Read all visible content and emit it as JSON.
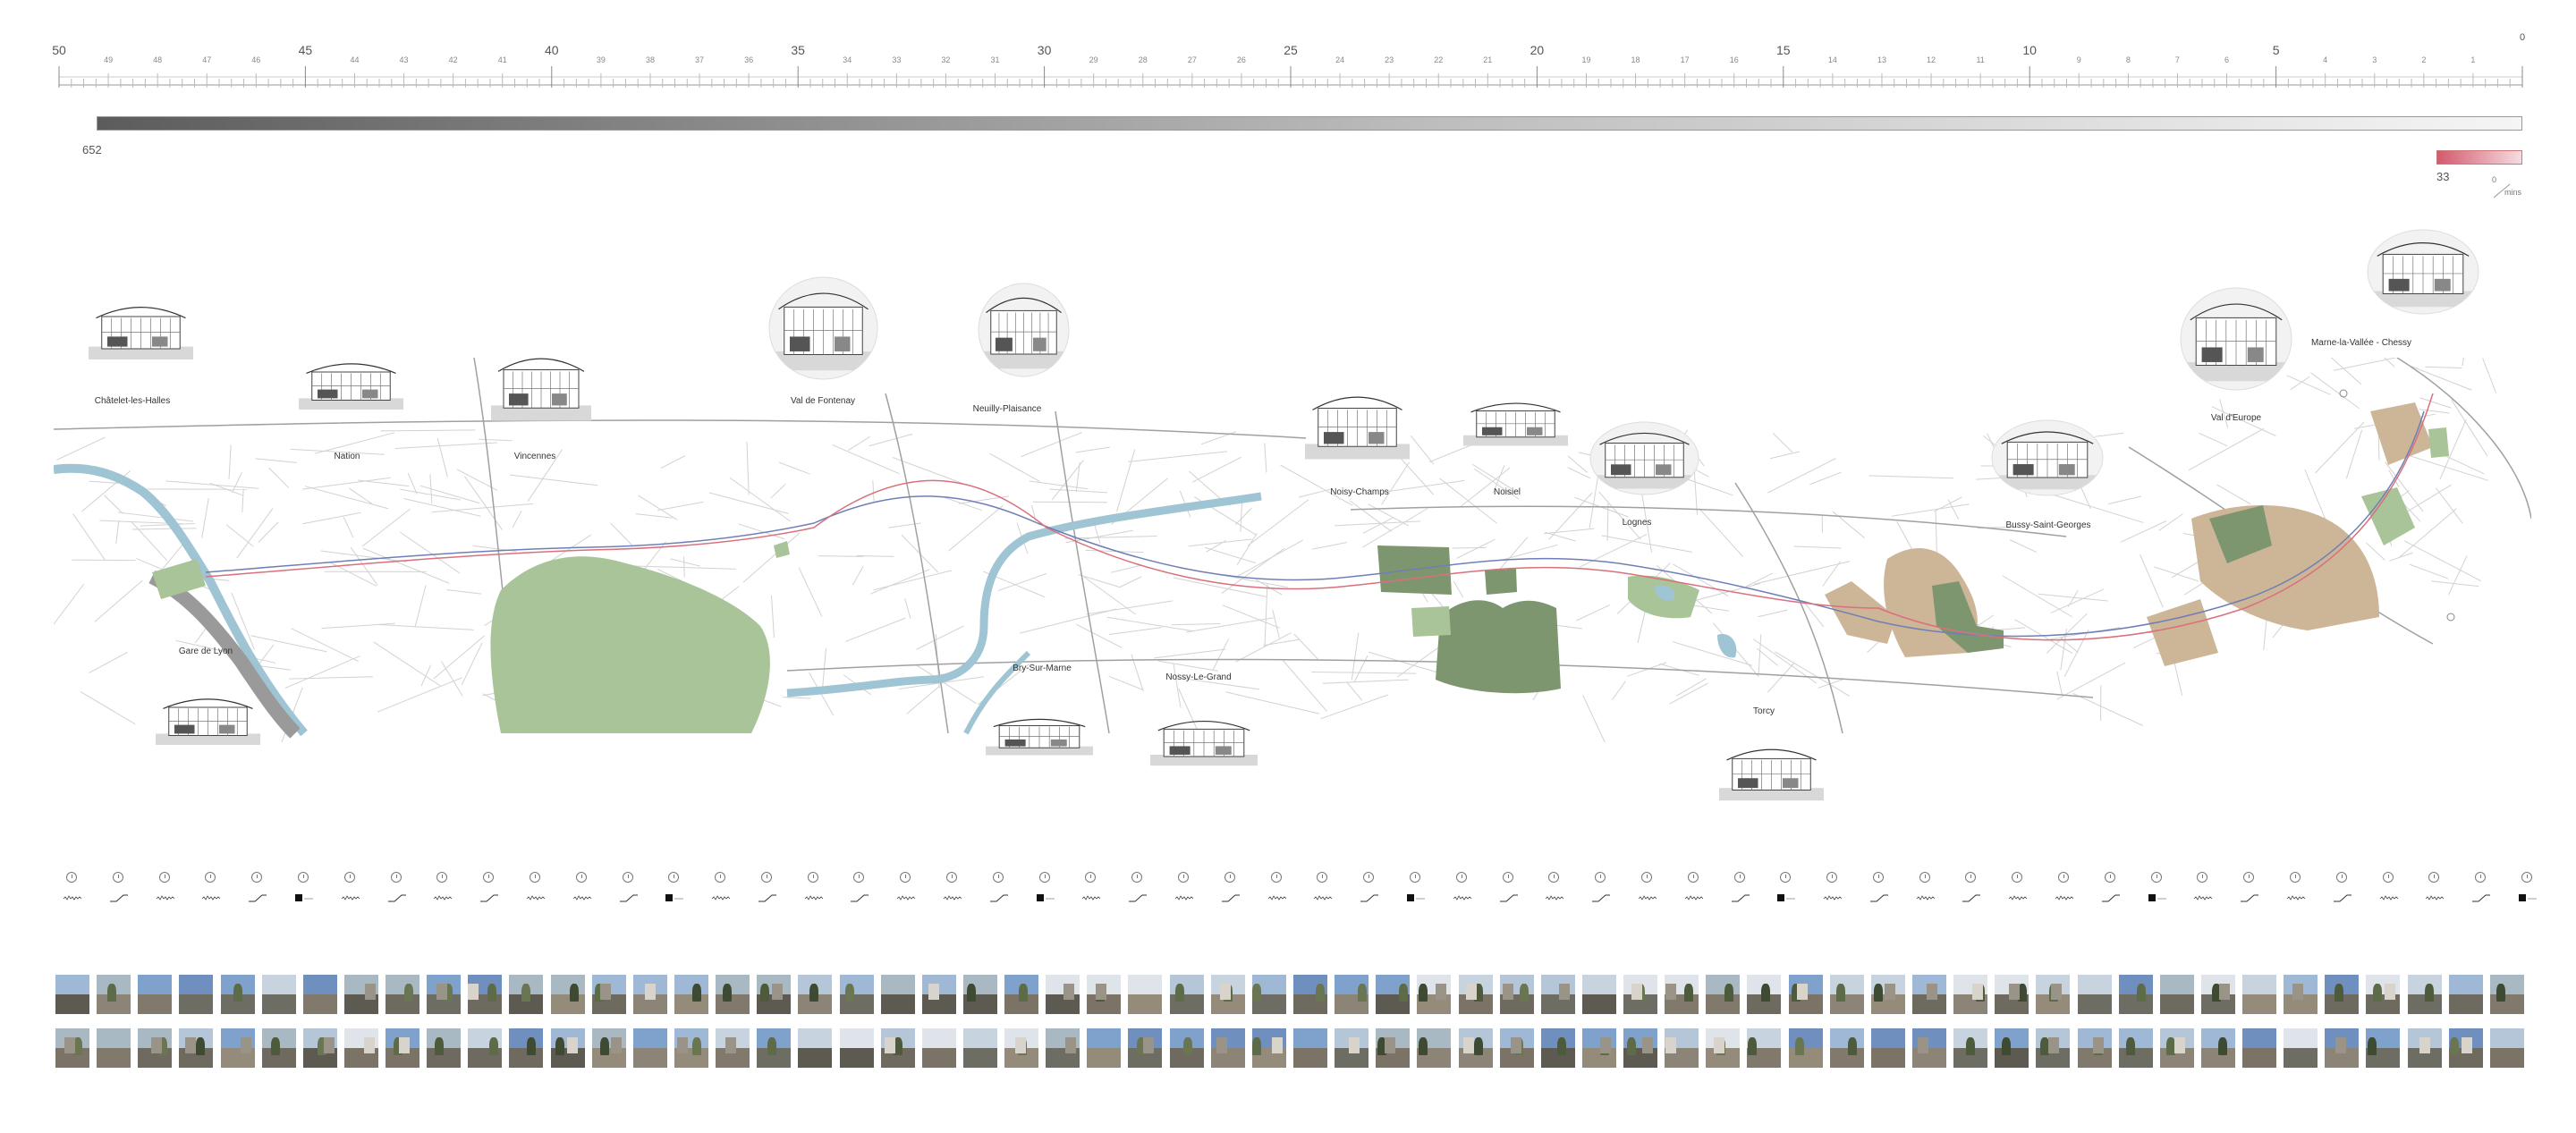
{
  "scale": {
    "start": 50,
    "end": 0,
    "major_labels": [
      "50",
      "45",
      "40",
      "35",
      "30",
      "25",
      "20",
      "15",
      "10",
      "5",
      "0"
    ],
    "minor_labels": [
      "49",
      "48",
      "47",
      "46",
      "44",
      "43",
      "42",
      "41",
      "39",
      "38",
      "37",
      "36",
      "34",
      "33",
      "32",
      "31",
      "29",
      "28",
      "27",
      "26",
      "24",
      "23",
      "22",
      "21",
      "19",
      "18",
      "17",
      "16",
      "14",
      "13",
      "12",
      "11",
      "9",
      "8",
      "7",
      "6",
      "4",
      "3",
      "2",
      "1"
    ]
  },
  "gradient_bar": {
    "value": "652",
    "color_start": "#5c5c5c",
    "color_end": "#f5f5f5"
  },
  "time_bar": {
    "value": "33",
    "zero": "0",
    "unit": "mins",
    "color_start": "#d25a6c",
    "color_end": "#f6dce1"
  },
  "colors": {
    "river": "#9fc4d4",
    "park_light": "#a8c498",
    "park_dark": "#7d9670",
    "urban_tan": "#cdb597",
    "route_red": "#d9707c",
    "route_blue": "#6f7fb5",
    "street": "#cfcfcf",
    "rail": "#9a9a9a"
  },
  "stations": [
    {
      "name": "Châtelet-les-Halles"
    },
    {
      "name": "Nation"
    },
    {
      "name": "Vincennes"
    },
    {
      "name": "Val de Fontenay"
    },
    {
      "name": "Neuilly-Plaisance"
    },
    {
      "name": "Gare de Lyon"
    },
    {
      "name": "Bry-Sur-Marne"
    },
    {
      "name": "Nossy-Le-Grand"
    },
    {
      "name": "Noisy-Champs"
    },
    {
      "name": "Noisiel"
    },
    {
      "name": "Lognes"
    },
    {
      "name": "Torcy"
    },
    {
      "name": "Bussy-Saint-Georges"
    },
    {
      "name": "Val d'Europe"
    },
    {
      "name": "Marne-la-Vallée - Chessy"
    }
  ],
  "icons": {
    "clock": "clock-icon",
    "glyphs": [
      "noise-icon",
      "slope-icon",
      "noise-icon",
      "noise-icon",
      "slope-icon",
      "square-icon",
      "noise-icon",
      "slope-icon"
    ]
  },
  "photos": {
    "rows": 2,
    "columns": 60
  }
}
